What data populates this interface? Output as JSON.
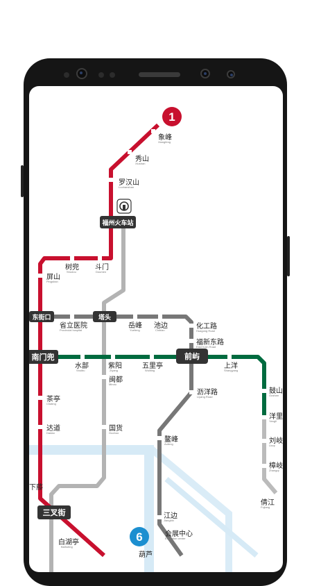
{
  "lines": [
    {
      "number": "1",
      "color": "#c8102e"
    },
    {
      "number": "6",
      "color": "#1c8fd0"
    }
  ],
  "colors": {
    "line1": "#c8102e",
    "line2": "#006b3f",
    "east_line": "#777777",
    "west_line": "#b3b3b3",
    "river": "#d6eaf6"
  },
  "stations": {
    "xiangfeng": {
      "zh": "象峰",
      "en": "Xiangfeng"
    },
    "xiushan": {
      "zh": "秀山",
      "en": "Xiushan"
    },
    "luohanshan": {
      "zh": "罗汉山",
      "en": "Luohanshan"
    },
    "fuzhou_station": {
      "zh": "福州火车站"
    },
    "shudou": {
      "zh": "树兜",
      "en": "Shudou"
    },
    "doumen": {
      "zh": "斗门",
      "en": "Doumen"
    },
    "pingshan": {
      "zh": "屏山",
      "en": "Pingshan"
    },
    "dongjiekou": {
      "zh": "东街口"
    },
    "provincial_hospital": {
      "zh": "省立医院",
      "en": "Provincial hospital"
    },
    "tatou": {
      "zh": "塔头"
    },
    "yuefeng": {
      "zh": "岳峰",
      "en": "Yuefeng"
    },
    "cidian": {
      "zh": "池边",
      "en": "Chibian"
    },
    "huagonglu": {
      "zh": "化工路",
      "en": "Huagong Road"
    },
    "fuxindonglu": {
      "zh": "福新东路",
      "en": "East fuxin Road"
    },
    "nanmendou": {
      "zh": "南门兜"
    },
    "shuibu": {
      "zh": "水部",
      "en": "Shuibu"
    },
    "ziyang": {
      "zh": "紫阳",
      "en": "Ziyang"
    },
    "wulitin": {
      "zh": "五里亭",
      "en": "Wuliting"
    },
    "qianyu": {
      "zh": "前屿"
    },
    "shangyang": {
      "zh": "上洋",
      "en": "Shangyang"
    },
    "minggong": {
      "zh": "闽都",
      "en": "Mindu"
    },
    "chating": {
      "zh": "茶亭",
      "en": "Chating"
    },
    "dadao": {
      "zh": "达道",
      "en": "Dadao"
    },
    "guohuo": {
      "zh": "国货",
      "en": "Guohuo"
    },
    "liyanglu": {
      "zh": "沥洋路",
      "en": "Liyang Road"
    },
    "aofeng": {
      "zh": "鳌峰",
      "en": "Aofeng"
    },
    "sanchajie": {
      "zh": "三叉街"
    },
    "baihuting": {
      "zh": "白湖亭",
      "en": "Baihuting"
    },
    "jiangbin": {
      "zh": "江边",
      "en": "Jiangbin"
    },
    "exhibition": {
      "zh": "会展中心",
      "en": "Exhibition center"
    },
    "gushan": {
      "zh": "鼓山",
      "en": "Gushan"
    },
    "yangli": {
      "zh": "洋里",
      "en": "Yangli"
    },
    "liuqi": {
      "zh": "刘岐",
      "en": "Liuqi"
    },
    "qiaotou": {
      "zh": "樟岐",
      "en": "Zhangqi"
    },
    "fujiang": {
      "zh": "倩江",
      "en": "Fujiang"
    },
    "cut_left": {
      "zh": "下藤"
    },
    "cut_bottom": {
      "zh": "葫芦"
    }
  }
}
